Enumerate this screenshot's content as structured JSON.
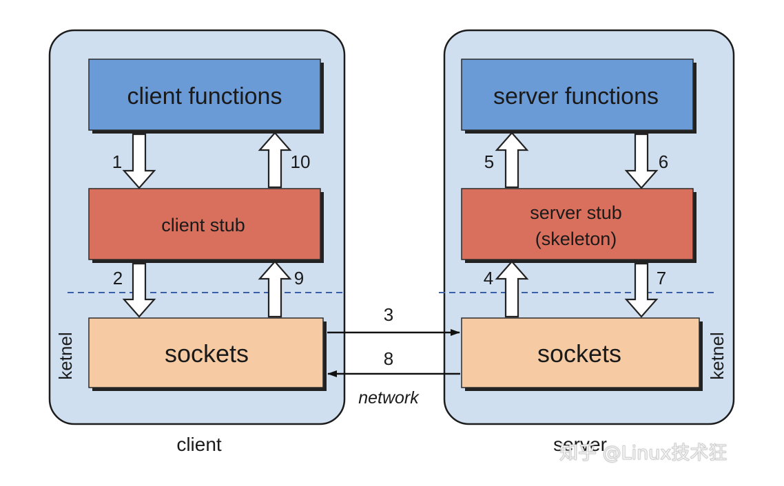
{
  "diagram": {
    "client": {
      "caption": "client",
      "kernel_label": "ketnel",
      "functions_label": "client functions",
      "stub_label": "client stub",
      "sockets_label": "sockets"
    },
    "server": {
      "caption": "server",
      "kernel_label": "ketnel",
      "functions_label": "server functions",
      "stub_label_line1": "server stub",
      "stub_label_line2": "(skeleton)",
      "sockets_label": "sockets"
    },
    "steps": {
      "s1": "1",
      "s2": "2",
      "s3": "3",
      "s4": "4",
      "s5": "5",
      "s6": "6",
      "s7": "7",
      "s8": "8",
      "s9": "9",
      "s10": "10"
    },
    "network_label": "network",
    "colors": {
      "container_fill": "#cfdff0",
      "functions_fill": "#6a9bd6",
      "stub_fill": "#d9705d",
      "sockets_fill": "#f6cba4",
      "kernel_line": "#3b5ea8"
    }
  },
  "watermark": "知乎 @Linux技术狂"
}
